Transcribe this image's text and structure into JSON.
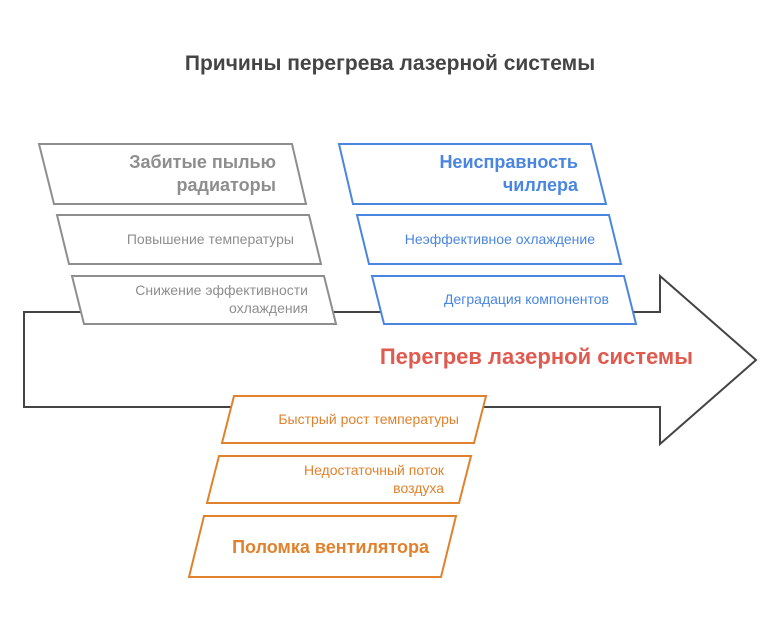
{
  "title": "Причины перегрева лазерной системы",
  "effect": "Перегрев лазерной системы",
  "colors": {
    "grey": "#8e8e8e",
    "blue": "#4a86e0",
    "orange": "#e0822d",
    "effect": "#e05a4f",
    "spine": "#444444"
  },
  "categories": [
    {
      "name": "Забитые пылью радиаторы",
      "color": "grey",
      "items": [
        "Повышение температуры",
        "Снижение эффективности охлаждения"
      ]
    },
    {
      "name": "Неисправность чиллера",
      "color": "blue",
      "items": [
        "Неэффективное охлаждение",
        "Деградация компонентов"
      ]
    },
    {
      "name": "Поломка вентилятора",
      "color": "orange",
      "items": [
        "Быстрый рост температуры",
        "Недостаточный поток воздуха"
      ]
    }
  ]
}
